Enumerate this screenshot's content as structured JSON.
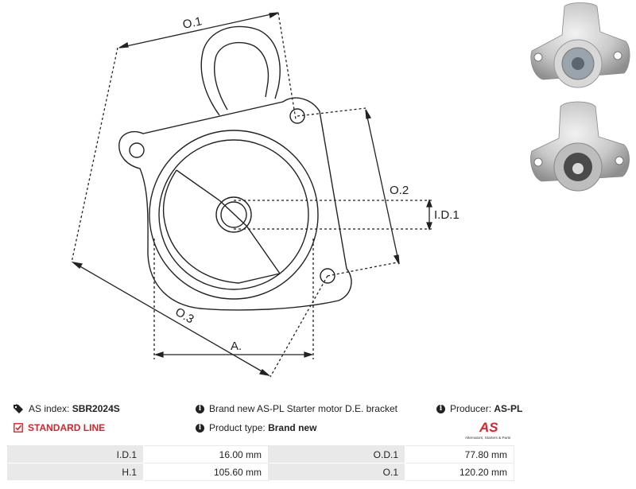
{
  "drawing_labels": {
    "od1": "O.1",
    "od2": "O.2",
    "od3": "O.3",
    "id1": "I.D.1",
    "a": "A."
  },
  "info": {
    "as_index_label": "AS index:",
    "as_index_value": "SBR2024S",
    "description": "Brand new AS-PL Starter motor D.E. bracket",
    "producer_label": "Producer:",
    "producer_value": "AS-PL",
    "line_label": "STANDARD LINE",
    "product_type_label": "Product type:",
    "product_type_value": "Brand new"
  },
  "logo": {
    "mark": "AS",
    "tagline": "Alternators, Starters & Parts",
    "color": "#d9242b"
  },
  "specs": {
    "rows": [
      {
        "l1": "I.D.1",
        "v1": "16.00 mm",
        "l2": "O.D.1",
        "v2": "77.80  mm"
      },
      {
        "l1": "H.1",
        "v1": "105.60 mm",
        "l2": "O.1",
        "v2": "120.20  mm"
      }
    ]
  },
  "icons": {
    "tag": "tag-icon",
    "info": "info-icon",
    "check": "checkbox-icon"
  }
}
